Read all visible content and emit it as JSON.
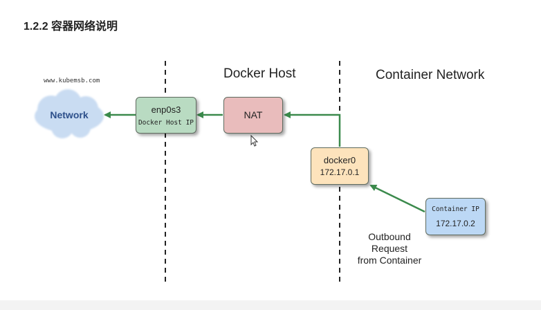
{
  "title": "1.2.2 容器网络说明",
  "watermark": "www.kubemsb.com",
  "columns": {
    "docker_host": "Docker Host",
    "container_network": "Container Network"
  },
  "network_cloud": "Network",
  "nodes": {
    "enp0s3": {
      "line1": "enp0s3",
      "line2": "Docker Host IP",
      "color": "#b9dbc2"
    },
    "nat": {
      "label": "NAT",
      "color": "#e9bcbc"
    },
    "docker0": {
      "line1": "docker0",
      "line2": "172.17.0.1",
      "color": "#fde3bc"
    },
    "container": {
      "line1": "Container IP",
      "line2": "172.17.0.2",
      "color": "#bcd8f5"
    }
  },
  "outbound_label": {
    "line1": "Outbound",
    "line2": "Request",
    "line3": "from Container"
  },
  "colors": {
    "arrow": "#3b8a4c",
    "cloud": "#c9dcf2"
  }
}
